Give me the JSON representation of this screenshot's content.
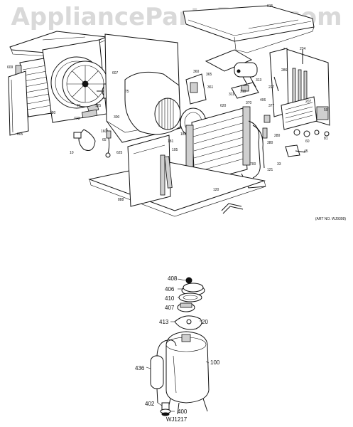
{
  "watermark": "AppliancePartsPros.com",
  "art_number": "(ART NO. WJ9308)",
  "figure_code": "WJ1217",
  "callouts_top": [
    {
      "id": "615"
    },
    {
      "id": "609"
    },
    {
      "id": "605"
    },
    {
      "id": "180"
    },
    {
      "id": "773"
    },
    {
      "id": "10"
    },
    {
      "id": "607"
    },
    {
      "id": "75"
    },
    {
      "id": "300"
    },
    {
      "id": "360"
    },
    {
      "id": "365"
    },
    {
      "id": "361"
    },
    {
      "id": "311"
    },
    {
      "id": "313"
    },
    {
      "id": "310"
    },
    {
      "id": "234"
    },
    {
      "id": "286"
    },
    {
      "id": "227"
    },
    {
      "id": "207"
    },
    {
      "id": "234b"
    },
    {
      "id": "50"
    },
    {
      "id": "620"
    },
    {
      "id": "370"
    },
    {
      "id": "377"
    },
    {
      "id": "406"
    },
    {
      "id": "700"
    },
    {
      "id": "33"
    },
    {
      "id": "45"
    },
    {
      "id": "121"
    },
    {
      "id": "625"
    },
    {
      "id": "888"
    },
    {
      "id": "105"
    },
    {
      "id": "183"
    },
    {
      "id": "181"
    }
  ],
  "callouts_bottom": [
    {
      "id": "408",
      "label": "408"
    },
    {
      "id": "406",
      "label": "406"
    },
    {
      "id": "410",
      "label": "410"
    },
    {
      "id": "407",
      "label": "407"
    },
    {
      "id": "20",
      "label": "20"
    },
    {
      "id": "413",
      "label": "413"
    },
    {
      "id": "100",
      "label": "100"
    },
    {
      "id": "436",
      "label": "436"
    },
    {
      "id": "402",
      "label": "402"
    },
    {
      "id": "400",
      "label": "400"
    }
  ],
  "small_labels": {
    "l615": "615",
    "l609": "609",
    "l605": "605",
    "l180": "180",
    "l773": "773",
    "l10": "10",
    "l607": "607",
    "l75": "75",
    "l300": "300",
    "l360": "360",
    "l365": "365",
    "l361": "361",
    "l311": "311",
    "l313": "313",
    "l310": "310",
    "l234": "234",
    "l286": "286",
    "l227": "227",
    "l207": "207",
    "l50": "50",
    "l620": "620",
    "l370": "370",
    "l377": "377",
    "l406": "406",
    "l700": "700",
    "l33": "33",
    "l45": "45",
    "l121": "121",
    "l625": "625",
    "l888": "888",
    "l105": "105",
    "l183": "183",
    "l181": "181",
    "l74": "74",
    "l125": "125",
    "l160": "160",
    "l65": "65",
    "l280": "280",
    "l380": "380",
    "l60": "60",
    "l81": "81",
    "l120": "120"
  }
}
